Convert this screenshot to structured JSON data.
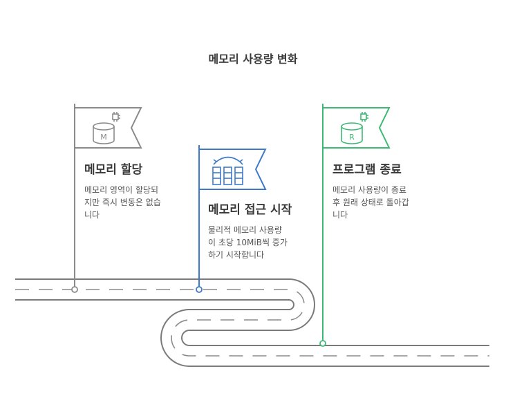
{
  "title": "메모리 사용량 변화",
  "steps": [
    {
      "title": "메모리 할당",
      "desc_lines": [
        "메모리 영역이 할당되",
        "지만 즉시 변동은 없습",
        "니다"
      ],
      "flag_letter": "M",
      "color": "#8a8a8a",
      "icon": "memory-chip-icon"
    },
    {
      "title": "메모리 접근 시작",
      "desc_lines": [
        "물리적 메모리 사용량",
        "이 초당 10MiB씩 증가",
        "하기 시작합니다"
      ],
      "color": "#3d79c9",
      "icon": "memory-blocks-transfer-icon"
    },
    {
      "title": "프로그램 종료",
      "desc_lines": [
        "메모리 사용량이 종료",
        "후 원래 상태로 돌아갑",
        "니다"
      ],
      "flag_letter": "R",
      "color": "#3cba74",
      "icon": "memory-chip-icon"
    }
  ],
  "road_color": "#7a7a7a"
}
